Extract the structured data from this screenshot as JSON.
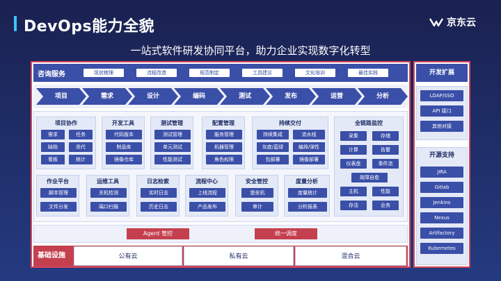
{
  "header": {
    "title": "DevOps能力全貌",
    "brand": "京东云",
    "subtitle": "一站式软件研发协同平台，助力企业实现数字化转型"
  },
  "consulting": {
    "label": "咨询服务",
    "items": [
      "现状梳理",
      "流程改造",
      "规范制定",
      "工具建议",
      "文化培训",
      "最佳实践"
    ]
  },
  "pipeline": [
    "项目",
    "需求",
    "设计",
    "编码",
    "测试",
    "发布",
    "运营",
    "分析"
  ],
  "cards": {
    "project": {
      "title": "项目协作",
      "items": [
        "需求",
        "任务",
        "缺陷",
        "迭代",
        "看板",
        "统计"
      ]
    },
    "devtools": {
      "title": "开发工具",
      "items": [
        "代码版本",
        "制品库",
        "镜像仓库"
      ]
    },
    "testmgmt": {
      "title": "测试管理",
      "items": [
        "测试管理",
        "单元测试",
        "性能测试"
      ]
    },
    "config": {
      "title": "配置管理",
      "items": [
        "服务管理",
        "机器管理",
        "角色权限"
      ]
    },
    "cd": {
      "title": "持续交付",
      "items": [
        "持续集成",
        "流水线",
        "灰度/蓝绿",
        "编排/弹性",
        "包部署",
        "镜像部署"
      ]
    },
    "monitor": {
      "title": "全链路监控",
      "items": [
        "采集",
        "存储",
        "计算",
        "告警",
        "仪表盘",
        "事件流",
        "故障自愈",
        "主机",
        "性能",
        "存活",
        "业务"
      ]
    },
    "jobs": {
      "title": "作业平台",
      "items": [
        "脚本管理",
        "文件分发"
      ]
    },
    "ops": {
      "title": "运维工具",
      "items": [
        "关机检测",
        "端口扫描"
      ]
    },
    "logs": {
      "title": "日志检索",
      "items": [
        "实时日志",
        "历史日志"
      ]
    },
    "flow": {
      "title": "流程中心",
      "items": [
        "上线流程",
        "产品发布"
      ]
    },
    "security": {
      "title": "安全管控",
      "items": [
        "堡垒机",
        "审计"
      ]
    },
    "metrics": {
      "title": "度量分析",
      "items": [
        "度量统计",
        "分析报表"
      ]
    }
  },
  "control": {
    "agent": "Agent 管控",
    "dispatch": "统一调度"
  },
  "infra": {
    "label": "基础设施",
    "items": [
      "公有云",
      "私有云",
      "混合云"
    ]
  },
  "side": {
    "ext_title": "开发扩展",
    "ext_items": [
      "LDAP/SSO",
      "API 接口",
      "其他对接"
    ],
    "os_title": "开源支持",
    "os_items": [
      "JIRA",
      "Gitlab",
      "Jenkins",
      "Nexus",
      "Artifactory",
      "Kubernetes"
    ]
  }
}
